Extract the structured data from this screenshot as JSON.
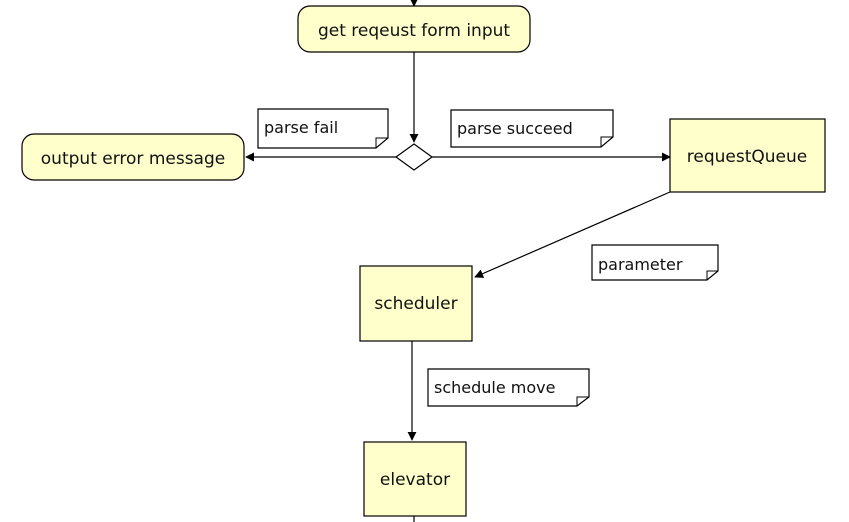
{
  "nodes": {
    "get_request": "get reqeust form input",
    "output_error": "output error message",
    "request_queue": "requestQueue",
    "scheduler": "scheduler",
    "elevator": "elevator"
  },
  "notes": {
    "parse_fail": "parse fail",
    "parse_succeed": "parse succeed",
    "parameter": "parameter",
    "schedule_move": "schedule move"
  },
  "colors": {
    "node_fill": "#ffffcc",
    "stroke": "#000000",
    "note_fill": "#ffffff"
  }
}
